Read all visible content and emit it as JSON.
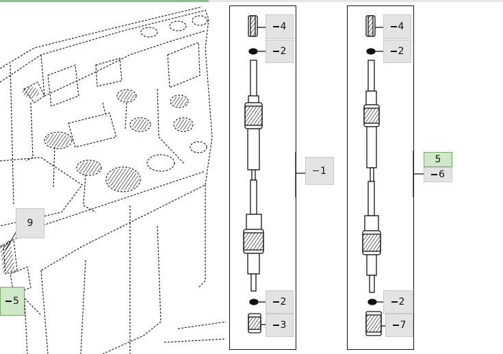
{
  "colors": {
    "callout_bg": "#e3e3e3",
    "highlight_bg": "#cfe8c8",
    "highlight_border": "#77aa6a",
    "line": "#111111",
    "top_accent": "#8fbf8f"
  },
  "callouts": {
    "left_9": "9",
    "left_5": "5",
    "a_top_4": "4",
    "a_top_2": "2",
    "a_mid_1": "1",
    "a_bot_2": "2",
    "a_bot_3": "3",
    "b_top_4": "4",
    "b_top_2": "2",
    "b_mid_5": "5",
    "b_mid_6": "6",
    "b_bot_2": "2",
    "b_bot_7": "7"
  }
}
